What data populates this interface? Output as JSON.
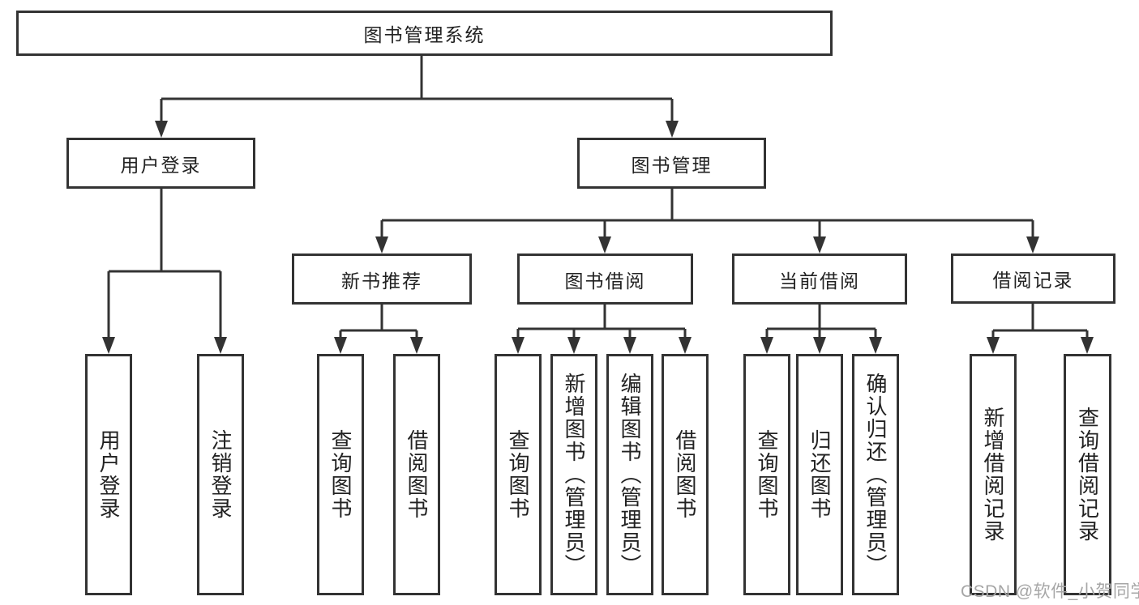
{
  "diagram": {
    "type": "tree",
    "tree": {
      "label": "图书管理系统",
      "children": [
        {
          "label": "用户登录",
          "children": [
            {
              "label": "用户登录"
            },
            {
              "label": "注销登录"
            }
          ]
        },
        {
          "label": "图书管理",
          "children": [
            {
              "label": "新书推荐",
              "children": [
                {
                  "label": "查询图书"
                },
                {
                  "label": "借阅图书"
                }
              ]
            },
            {
              "label": "图书借阅",
              "children": [
                {
                  "label": "查询图书"
                },
                {
                  "label": "新增图书（管理员）"
                },
                {
                  "label": "编辑图书（管理员）"
                },
                {
                  "label": "借阅图书"
                }
              ]
            },
            {
              "label": "当前借阅",
              "children": [
                {
                  "label": "查询图书"
                },
                {
                  "label": "归还图书"
                },
                {
                  "label": "确认归还（管理员）"
                }
              ]
            },
            {
              "label": "借阅记录",
              "children": [
                {
                  "label": "新增借阅记录"
                },
                {
                  "label": "查询借阅记录"
                }
              ]
            }
          ]
        }
      ]
    },
    "colors": {
      "line": "#333333",
      "text": "#222222",
      "box_fill": "#ffffff"
    }
  },
  "watermark": {
    "text": "CSDN @软件_小贺同学",
    "color": "#a6a6a6"
  }
}
